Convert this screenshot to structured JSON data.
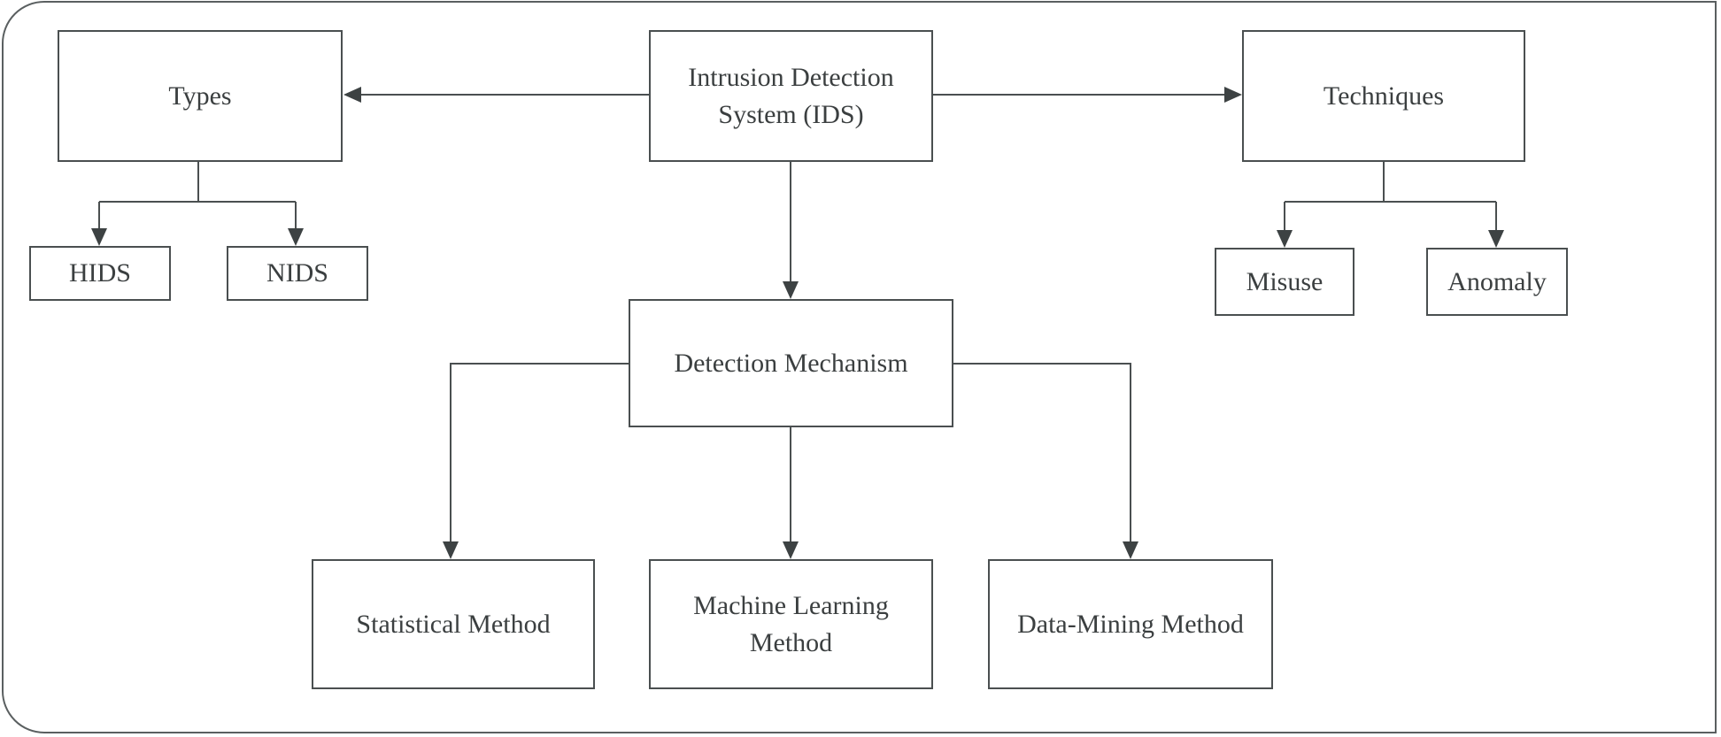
{
  "diagram": {
    "root": {
      "line1": "Intrusion Detection",
      "line2": "System (IDS)"
    },
    "types": {
      "label": "Types",
      "children": [
        "HIDS",
        "NIDS"
      ]
    },
    "techniques": {
      "label": "Techniques",
      "children": [
        "Misuse",
        "Anomaly"
      ]
    },
    "detection": {
      "label": "Detection Mechanism",
      "children": {
        "statistical": "Statistical Method",
        "ml_line1": "Machine Learning",
        "ml_line2": "Method",
        "datamining": "Data-Mining Method"
      }
    }
  },
  "colors": {
    "line": "#4a4f50",
    "text": "#3b3f40",
    "frame": "#5a5f60"
  }
}
